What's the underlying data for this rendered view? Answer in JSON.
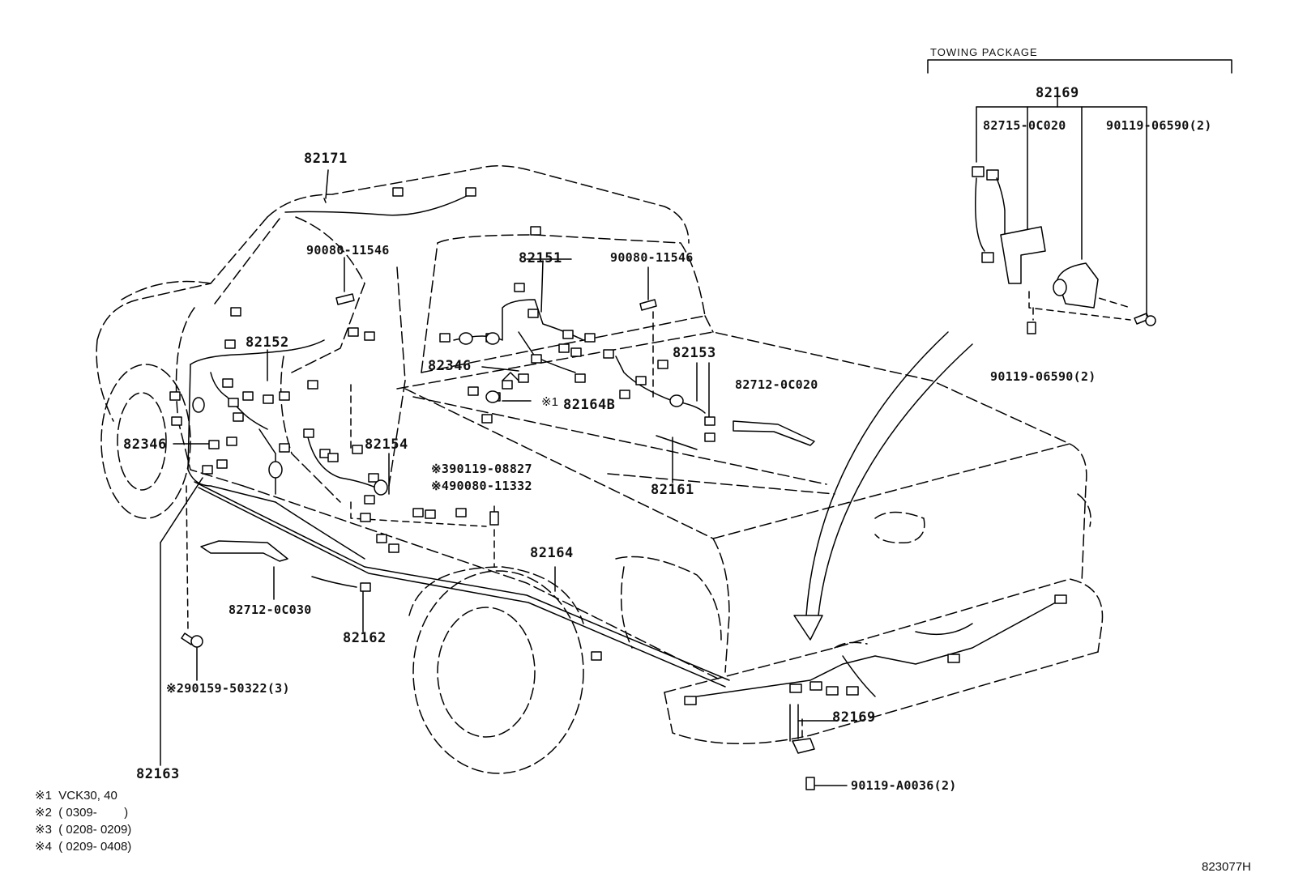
{
  "towing_package": {
    "title": "TOWING PACKAGE",
    "assembly": "82169",
    "parts": [
      "82715-0C020",
      "90119-06590(2)",
      "90119-06590(2)"
    ]
  },
  "callouts": {
    "p82171": "82171",
    "p90080a": "90080-11546",
    "p90080b": "90080-11546",
    "p82151": "82151",
    "p82152": "82152",
    "p82153": "82153",
    "p82346a": "82346",
    "p82346b": "82346",
    "p82164b_mark": "※1",
    "p82164b": "82164B",
    "p82712_0c020": "82712-0C020",
    "p82154": "82154",
    "p82161": "82161",
    "p90119_08827": "※390119-08827",
    "p90080_11332": "※490080-11332",
    "p82164": "82164",
    "p82712_0c030": "82712-0C030",
    "p82162": "82162",
    "p90159": "※290159-50322(3)",
    "p82163": "82163",
    "p82169": "82169",
    "p90119_a0036": "90119-A0036(2)"
  },
  "notes": [
    "※1  VCK30, 40",
    "※2  ( 0309-        )",
    "※3  ( 0208- 0209)",
    "※4  ( 0209- 0408)"
  ],
  "diagram_code": "823077H"
}
